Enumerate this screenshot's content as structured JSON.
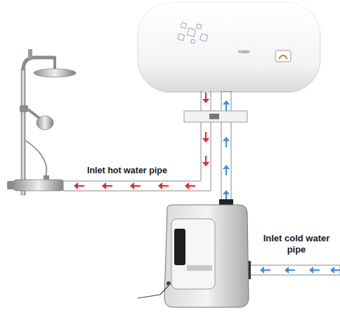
{
  "diagram": {
    "nodes": [
      {
        "text": [
          "Haier"
        ]
      }
    ],
    "labels": [
      "Inlet hot water pipe",
      "Inlet cold water pipe"
    ]
  }
}
